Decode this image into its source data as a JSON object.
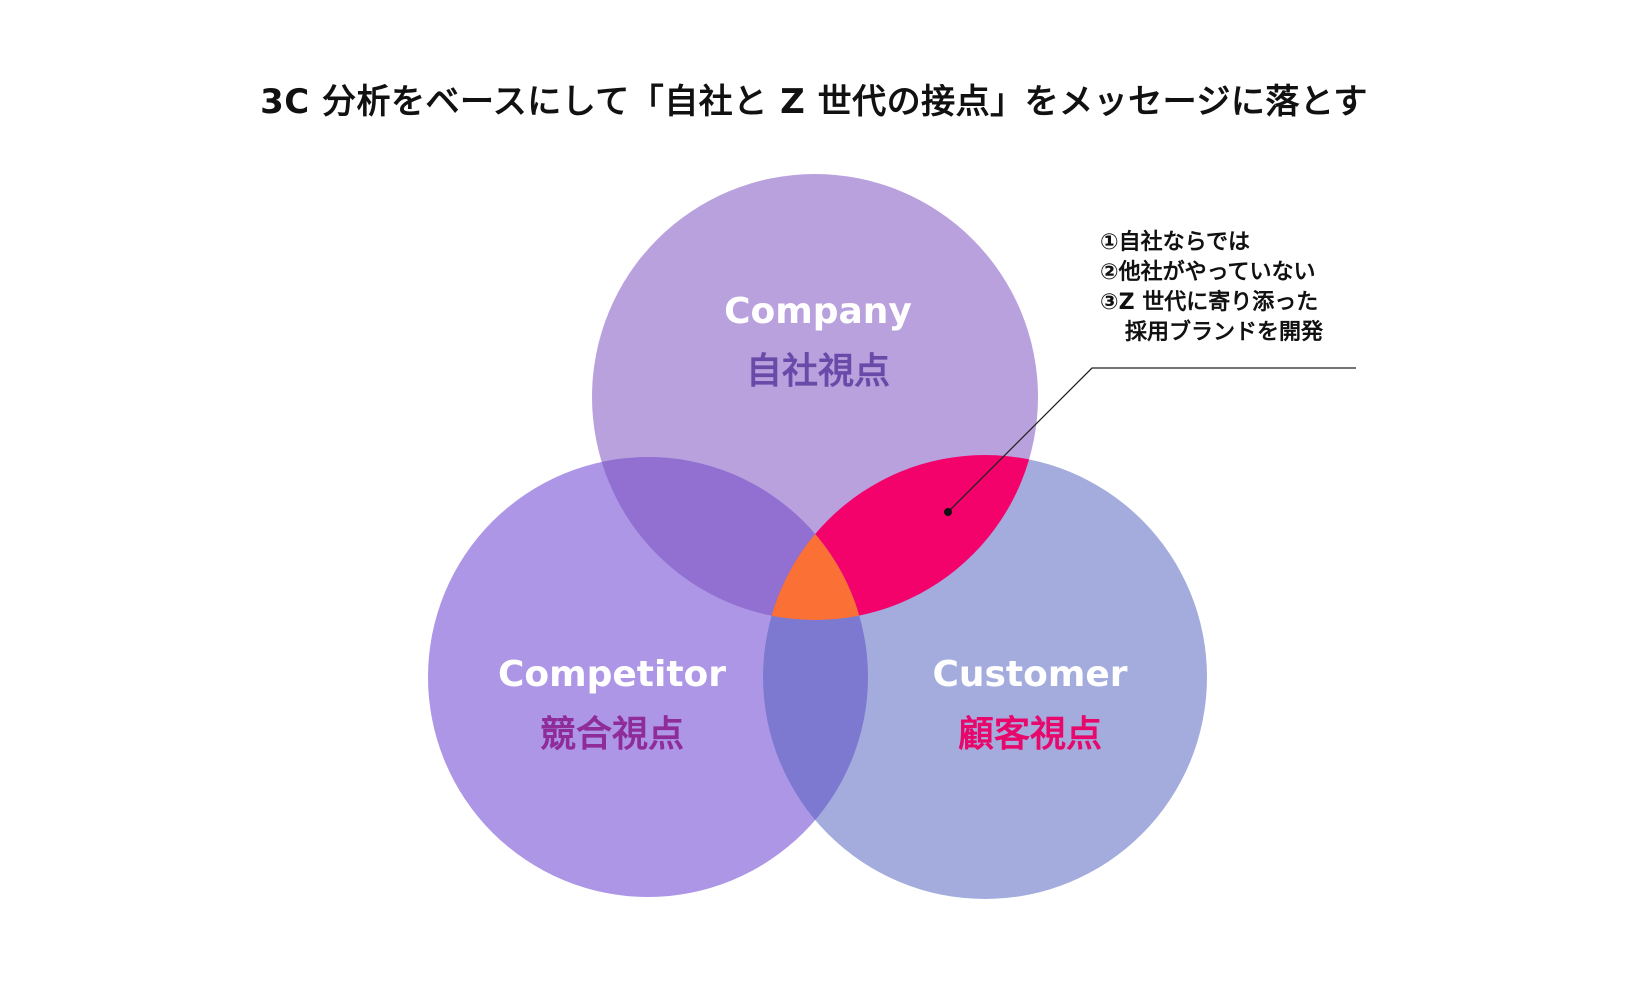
{
  "title": "3C 分析をベースにして「自社と Z 世代の接点」をメッセージに落とす",
  "circles": {
    "company": {
      "label_en": "Company",
      "label_jp": "自社視点",
      "color": "#b9a1de",
      "label_jp_color": "#6a4aa8"
    },
    "competitor": {
      "label_en": "Competitor",
      "label_jp": "競合視点",
      "color": "#ad96e6",
      "label_jp_color": "#8f2c99"
    },
    "customer": {
      "label_en": "Customer",
      "label_jp": "顧客視点",
      "color": "#a3acdd",
      "label_jp_color": "#e8086b"
    }
  },
  "overlaps": {
    "company_competitor": "#9170d2",
    "competitor_customer": "#7d79d0",
    "company_customer": "#f4026c",
    "center": "#fb7135"
  },
  "callout": {
    "line1": "①自社ならでは",
    "line2": "②他社がやっていない",
    "line3": "③Z 世代に寄り添った",
    "line4": "採用ブランドを開発"
  }
}
